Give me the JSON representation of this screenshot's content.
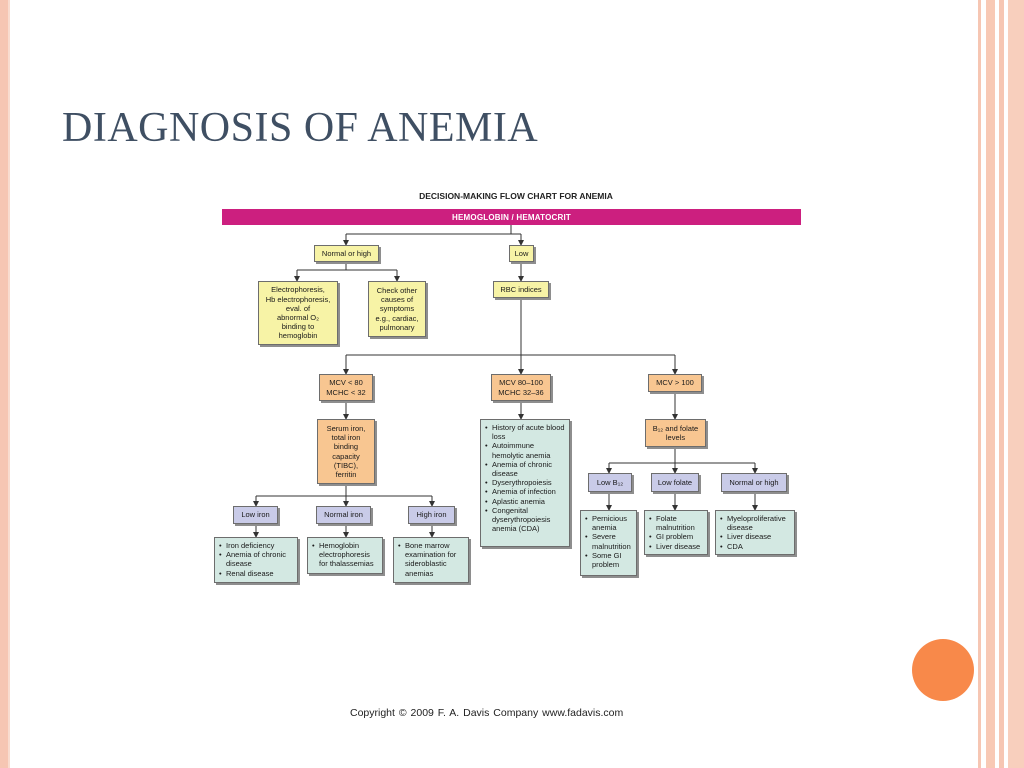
{
  "slide": {
    "title": "DIAGNOSIS OF ANEMIA",
    "accent_color": "#f8894a",
    "copyright": "Copyright © 2009    F. A. Davis Company    www.fadavis.com"
  },
  "chart": {
    "title": "DECISION-MAKING FLOW CHART FOR ANEMIA",
    "root": "HEMOGLOBIN / HEMATOCRIT",
    "normal_or_high": "Normal or high",
    "low": "Low",
    "electrophoresis": "Electrophoresis,\nHb electrophoresis,\neval. of\nabnormal O₂\nbinding to\nhemoglobin",
    "check_other": "Check other\ncauses of\nsymptoms\ne.g., cardiac,\npulmonary",
    "rbc_indices": "RBC indices",
    "mcv_low": "MCV < 80\nMCHC < 32",
    "mcv_mid": "MCV 80–100\nMCHC 32–36",
    "mcv_high": "MCV > 100",
    "serum_iron": "Serum iron,\ntotal iron\nbinding\ncapacity\n(TIBC),\nferritin",
    "b12_folate": "B₁₂ and folate\nlevels",
    "low_iron": "Low iron",
    "normal_iron": "Normal iron",
    "high_iron": "High iron",
    "low_b12": "Low B₁₂",
    "low_folate": "Low folate",
    "normal_high_b": "Normal or high",
    "list_mid": [
      "History of acute blood loss",
      "Autoimmune hemolytic anemia",
      "Anemia of chronic disease",
      "Dyserythropoiesis",
      "Anemia of infection",
      "Aplastic anemia",
      "Congenital dyserythropoiesis anemia (CDA)"
    ],
    "list_low_iron": [
      "Iron deficiency",
      "Anemia of chronic disease",
      "Renal disease"
    ],
    "list_normal_iron": [
      "Hemoglobin electrophoresis for thalassemias"
    ],
    "list_high_iron": [
      "Bone marrow examination for sideroblastic anemias"
    ],
    "list_low_b12": [
      "Pernicious anemia",
      "Severe malnutrition",
      "Some GI problem"
    ],
    "list_low_folate": [
      "Folate malnutrition",
      "GI problem",
      "Liver disease"
    ],
    "list_normal_b": [
      "Myeloproliferative disease",
      "Liver disease",
      "CDA"
    ]
  }
}
